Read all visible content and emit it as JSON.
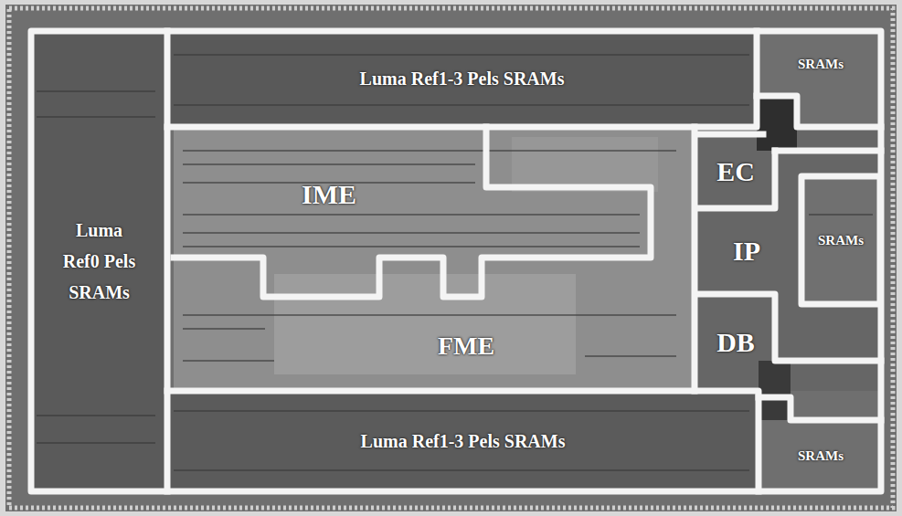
{
  "diagram": {
    "nodes": [
      {
        "text": [
          "Luma Ref1-3 Pels SRAMs"
        ]
      },
      {
        "text": [
          "SRAMs"
        ]
      },
      {
        "text": [
          "Luma Ref0 Pels SRAMs"
        ]
      },
      {
        "text": [
          "IME"
        ]
      },
      {
        "text": [
          "EC"
        ]
      },
      {
        "text": [
          "IP"
        ]
      },
      {
        "text": [
          "SRAMs"
        ]
      },
      {
        "text": [
          "FME"
        ]
      },
      {
        "text": [
          "DB"
        ]
      },
      {
        "text": [
          "Luma Ref1-3 Pels SRAMs"
        ]
      },
      {
        "text": [
          "SRAMs"
        ]
      }
    ]
  }
}
